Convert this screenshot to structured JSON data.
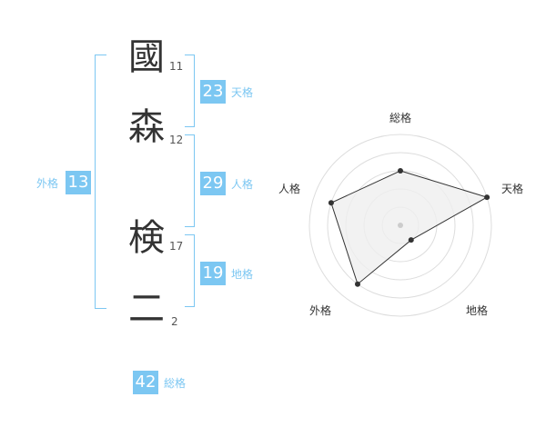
{
  "name": {
    "chars": [
      {
        "char": "國",
        "strokes": "11"
      },
      {
        "char": "森",
        "strokes": "12"
      },
      {
        "char": "検",
        "strokes": "17"
      },
      {
        "char": "二",
        "strokes": "2"
      }
    ]
  },
  "fortunes": {
    "tenkaku": {
      "label": "天格",
      "value": "23"
    },
    "jinkaku": {
      "label": "人格",
      "value": "29"
    },
    "chikaku": {
      "label": "地格",
      "value": "19"
    },
    "gaikaku": {
      "label": "外格",
      "value": "13"
    },
    "soukaku": {
      "label": "総格",
      "value": "42"
    }
  },
  "colors": {
    "accent": "#7cc7f2",
    "text": "#333333",
    "grid": "#dddddd",
    "polygon_fill": "#efefef"
  },
  "chart_data": {
    "type": "radar",
    "axes": [
      "総格",
      "天格",
      "地格",
      "外格",
      "人格"
    ],
    "values": [
      0.6,
      1.0,
      0.2,
      0.8,
      0.8
    ],
    "range": [
      0,
      1
    ],
    "rings": 5
  }
}
